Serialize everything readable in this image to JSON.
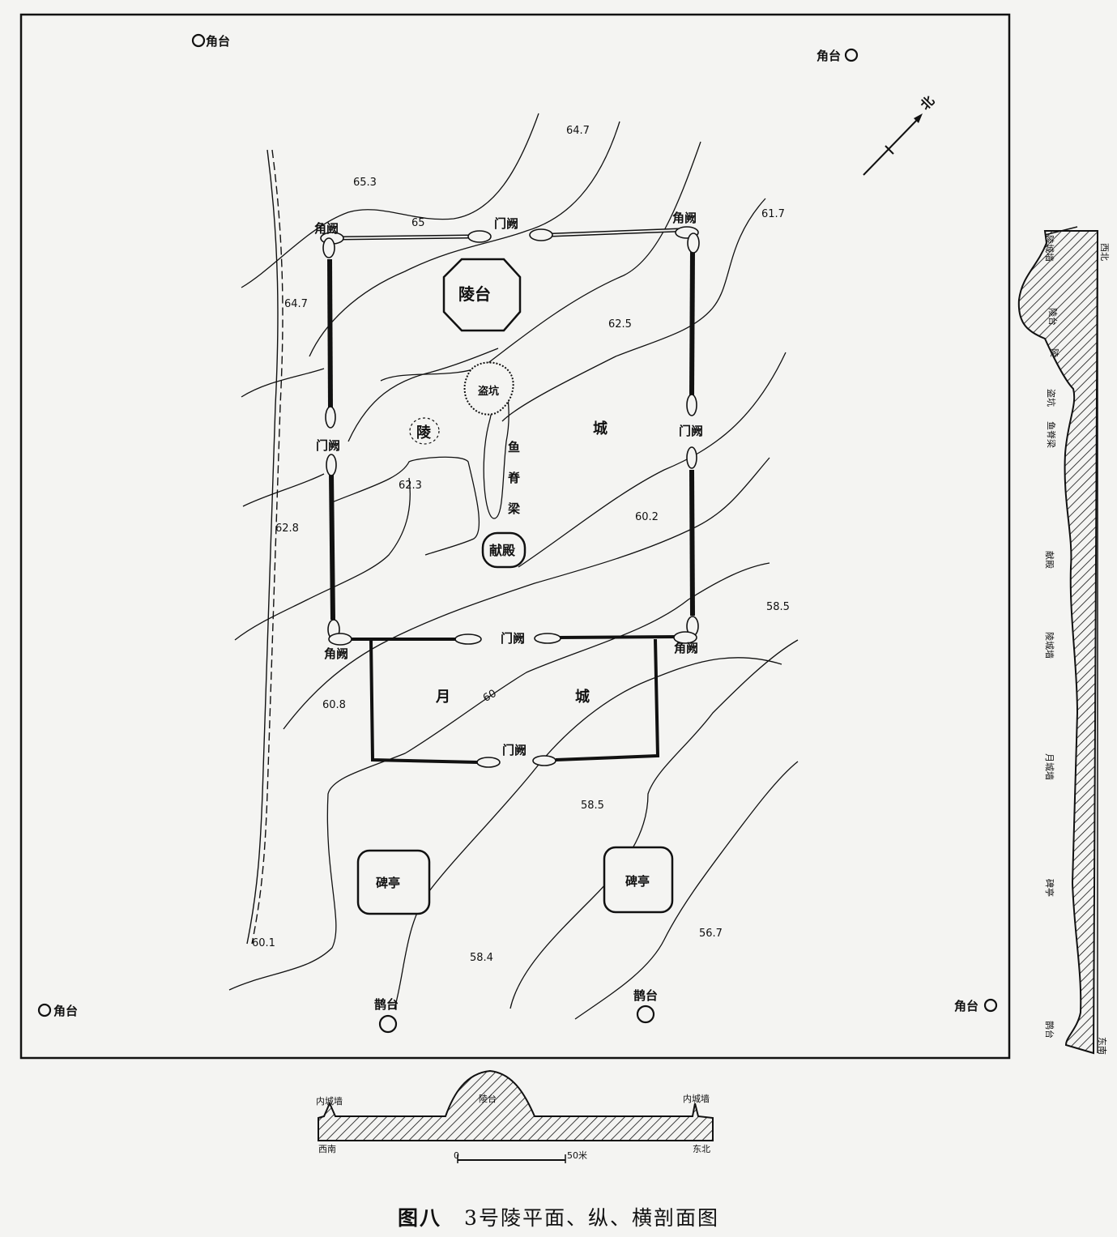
{
  "caption": {
    "fig": "图八",
    "text": "3号陵平面、纵、横剖面图"
  },
  "labels": {
    "corner_tower": "角台",
    "corner_que": "角阙",
    "gate_que": "门阙",
    "ling_tai": "陵台",
    "pit": "盗坑",
    "ling": "陵",
    "city": "城",
    "fish_spine": [
      "鱼",
      "脊",
      "梁"
    ],
    "xiandian": "献殿",
    "moon_city": [
      "月",
      "城"
    ],
    "stele_pavilion": "碑亭",
    "que_tai": "鹊台",
    "north": "北"
  },
  "elevations": [
    "64.7",
    "65.3",
    "65",
    "61.7",
    "64.7",
    "62.5",
    "62.3",
    "62.8",
    "60.2",
    "58.5",
    "60.8",
    "60",
    "58.5",
    "60.1",
    "58.4",
    "56.7"
  ],
  "cross_section": {
    "left_wall": "内城墙",
    "right_wall": "内城墙",
    "center": "陵台",
    "left_dir": "西南",
    "right_dir": "东北",
    "scale_start": "0",
    "scale_end": "50米"
  },
  "long_section": {
    "top_dir": "西北",
    "bottom_dir": "东南",
    "items": [
      "陵城墙",
      "陵台",
      "陵",
      "盗坑",
      "鱼脊梁",
      "献殿",
      "陵城墙",
      "月城墙",
      "碑亭",
      "鹊台"
    ]
  }
}
